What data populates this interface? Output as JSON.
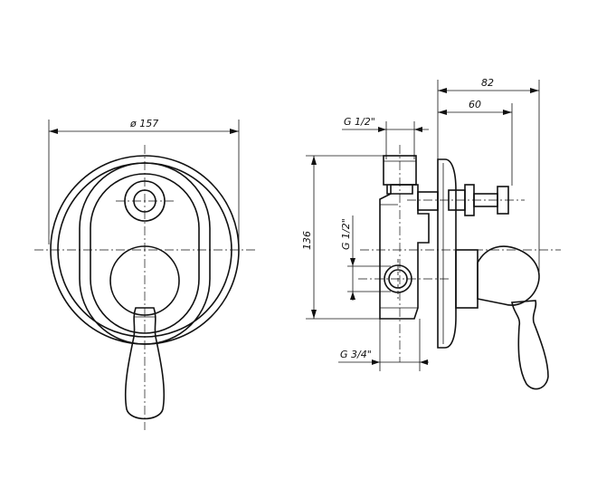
{
  "dimensions": {
    "diameter": "ø 157",
    "width_82": "82",
    "width_60": "60",
    "height_136": "136",
    "thread_top": "G 1/2\"",
    "thread_side": "G 1/2\"",
    "thread_bottom": "G 3/4\""
  }
}
